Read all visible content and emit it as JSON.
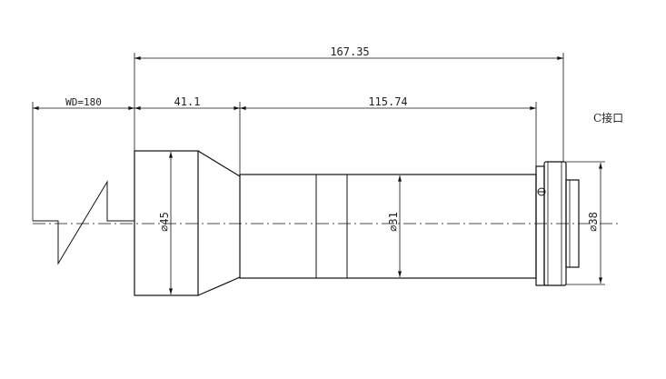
{
  "dimensions": {
    "total_length": "167.35",
    "working_distance": "WD=180",
    "front_section_length": "41.1",
    "body_length": "115.74",
    "front_diameter": "⌀45",
    "body_diameter": "⌀31",
    "mount_diameter": "⌀38"
  },
  "mount_label": "C接口",
  "colors": {
    "line": "#111111",
    "text": "#222222",
    "background": "#ffffff"
  }
}
